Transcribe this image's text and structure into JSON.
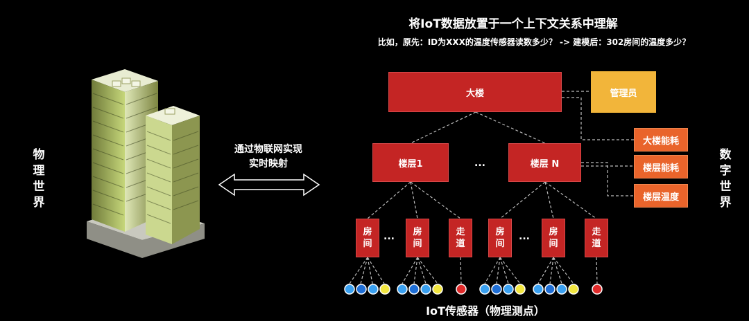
{
  "title": "将IoT数据放置于一个上下文关系中理解",
  "subtitle": "比如，原先：ID为XXX的温度传感器读数多少？ -> 建模后：302房间的温度多少？",
  "left_label": [
    "物",
    "理",
    "世",
    "界"
  ],
  "right_label": [
    "数",
    "字",
    "世",
    "界"
  ],
  "middle_caption": [
    "通过物联网实现",
    "实时映射"
  ],
  "nodes": {
    "building": "大楼",
    "manager": "管理员",
    "floor1": "楼层1",
    "floor_ellipsis": "...",
    "floorN": "楼层 N",
    "building_energy": "大楼能耗",
    "floor_energy": "楼层能耗",
    "floor_temp": "楼层温度",
    "room_a1": [
      "房",
      "间"
    ],
    "room_a2": [
      "房",
      "间"
    ],
    "corridor_a": [
      "走",
      "道"
    ],
    "room_b1": [
      "房",
      "间"
    ],
    "room_b2": [
      "房",
      "间"
    ],
    "corridor_b": [
      "走",
      "道"
    ],
    "room_ellipsis": "..."
  },
  "bottom_caption": "IoT传感器（物理测点）",
  "colors": {
    "background": "#000000",
    "red": "#c42524",
    "yellow": "#f2b53a",
    "orange": "#e9642b",
    "sensor_blue": "#1f6fd6",
    "sensor_light_blue": "#3aa0f0",
    "sensor_yellow": "#f2e640",
    "sensor_red": "#e02a2a"
  },
  "sensor_groups": [
    [
      "sensor_light_blue",
      "sensor_blue",
      "sensor_light_blue",
      "sensor_yellow"
    ],
    [
      "sensor_light_blue",
      "sensor_blue",
      "sensor_light_blue",
      "sensor_yellow"
    ],
    [
      "sensor_red"
    ],
    [
      "sensor_light_blue",
      "sensor_blue",
      "sensor_light_blue",
      "sensor_yellow"
    ],
    [
      "sensor_light_blue",
      "sensor_blue",
      "sensor_light_blue",
      "sensor_yellow"
    ],
    [
      "sensor_red"
    ]
  ]
}
